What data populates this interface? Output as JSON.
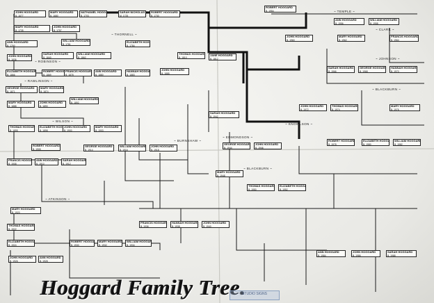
{
  "title": "Hoggard Family Tree.",
  "stamp": "STUDIO SIGNS",
  "surnames": [
    {
      "id": "s1",
      "text": "~ THORNELL ~"
    },
    {
      "id": "s2",
      "text": "~ TEMPLE ~"
    },
    {
      "id": "s3",
      "text": "~ CLARK ~"
    },
    {
      "id": "s4",
      "text": "~ ROBINSON ~"
    },
    {
      "id": "s5",
      "text": "~ JOHNSON ~"
    },
    {
      "id": "s6",
      "text": "~ RAWLINSON ~"
    },
    {
      "id": "s7",
      "text": "~ BLACKBURN ~"
    },
    {
      "id": "s8",
      "text": "~ BURNSHAW ~"
    },
    {
      "id": "s9",
      "text": "~ KNOWLSON ~"
    },
    {
      "id": "s10",
      "text": "~ WILSON ~"
    },
    {
      "id": "s11",
      "text": "~ EDMONDSON ~"
    },
    {
      "id": "s12",
      "text": "~ ATKINSON ~"
    },
    {
      "id": "s13",
      "text": "~ BLACKBURN ~"
    }
  ],
  "people": [
    {
      "id": "p1",
      "name": "JOHN HOGGARD",
      "dates": "B. 1677"
    },
    {
      "id": "p2",
      "name": "MARY HOGGARD",
      "dates": "B. 1680"
    },
    {
      "id": "p3",
      "name": "NATHANIEL HOGGARD",
      "dates": "B. 1703"
    },
    {
      "id": "p4",
      "name": "SARAH NICHOLAS",
      "dates": "M. 1725"
    },
    {
      "id": "p5",
      "name": "ROBERT HOGGARD",
      "dates": "B. 1730"
    },
    {
      "id": "p6",
      "name": "MARY HOGGARD",
      "dates": "B. 1735"
    },
    {
      "id": "p7",
      "name": "JOHN HOGGARD",
      "dates": "B. 1757"
    },
    {
      "id": "p8",
      "name": "ANN HOGGARD",
      "dates": "B. 1760"
    },
    {
      "id": "p9",
      "name": "WILLIAM HOGGARD",
      "dates": "B. 1781"
    },
    {
      "id": "p10",
      "name": "ELIZABETH HOGGARD",
      "dates": "B. 1784"
    },
    {
      "id": "p11",
      "name": "THOMAS HOGGARD",
      "dates": "B. 1810"
    },
    {
      "id": "p12",
      "name": "JANE HOGGARD",
      "dates": "B. 1812"
    },
    {
      "id": "p13",
      "name": "JOHN HOGGARD",
      "dates": "B. 1836"
    },
    {
      "id": "p14",
      "name": "SARAH HOGGARD",
      "dates": "B. 1840"
    },
    {
      "id": "p15",
      "name": "WILLIAM HOGGARD",
      "dates": "B. 1862"
    },
    {
      "id": "p16",
      "name": "ELIZABETH HOGGARD",
      "dates": "B. 1866"
    },
    {
      "id": "p17",
      "name": "ROBERT HOGGARD",
      "dates": "B. 1869"
    },
    {
      "id": "p18",
      "name": "GEORGE HOGGARD",
      "dates": "B. 1871"
    },
    {
      "id": "p19",
      "name": "MARY HOGGARD",
      "dates": "B. 1874"
    },
    {
      "id": "p20",
      "name": "FRANCIS HOGGARD",
      "dates": "B. 1878"
    },
    {
      "id": "p21",
      "name": "ANN HOGGARD",
      "dates": "B. 1880"
    },
    {
      "id": "p22",
      "name": "HANNAH HOGGARD",
      "dates": "B. 1883"
    },
    {
      "id": "p23",
      "name": "JOHN HOGGARD",
      "dates": "B. 1885"
    },
    {
      "id": "p24",
      "name": "MARY HOGGARD",
      "dates": "B. 1888"
    },
    {
      "id": "p25",
      "name": "JOHN HOGGARD",
      "dates": "B. 1890"
    },
    {
      "id": "p26",
      "name": "WILLIAM HOGGARD",
      "dates": "B. 1892"
    },
    {
      "id": "p27",
      "name": "THOMAS HOGGARD",
      "dates": "B. 1895"
    },
    {
      "id": "p28",
      "name": "ELIZABETH HOGGARD",
      "dates": "B. 1898"
    },
    {
      "id": "p29",
      "name": "JOHN HOGGARD",
      "dates": "B. 1900"
    },
    {
      "id": "p30",
      "name": "MARY HOGGARD",
      "dates": "B. 1903"
    },
    {
      "id": "p31",
      "name": "ROBERT HOGGARD",
      "dates": "B. 1905"
    },
    {
      "id": "p32",
      "name": "FRANCIS HOGGARD",
      "dates": "B. 1908"
    },
    {
      "id": "p33",
      "name": "ANN HOGGARD",
      "dates": "B. 1910"
    },
    {
      "id": "p34",
      "name": "SARAH HOGGARD",
      "dates": "B. 1912"
    },
    {
      "id": "p35",
      "name": "GEORGE HOGGARD",
      "dates": "B. 1914"
    },
    {
      "id": "p36",
      "name": "WILLIAM HOGGARD",
      "dates": "B. 1916"
    },
    {
      "id": "p37",
      "name": "JOHN HOGGARD",
      "dates": "B. 1918"
    },
    {
      "id": "p38",
      "name": "MARY HOGGARD",
      "dates": "B. 1920"
    },
    {
      "id": "p39",
      "name": "THOMAS HOGGARD",
      "dates": "B. 1922"
    },
    {
      "id": "p40",
      "name": "ELIZABETH HOGGARD",
      "dates": "B. 1924"
    },
    {
      "id": "p41",
      "name": "JOHN HOGGARD",
      "dates": "B. 1926"
    },
    {
      "id": "p42",
      "name": "ANN HOGGARD",
      "dates": "B. 1928"
    },
    {
      "id": "p43",
      "name": "ROBERT HOGGARD",
      "dates": "B. 1930"
    },
    {
      "id": "p44",
      "name": "MARY HOGGARD",
      "dates": "B. 1932"
    },
    {
      "id": "p45",
      "name": "WILLIAM HOGGARD",
      "dates": "B. 1934"
    },
    {
      "id": "p46",
      "name": "FRANCIS HOGGARD",
      "dates": "B. 1936"
    },
    {
      "id": "p47",
      "name": "HANNAH HOGGARD",
      "dates": "B. 1938"
    },
    {
      "id": "p48",
      "name": "JOHN HOGGARD",
      "dates": "B. 1940"
    },
    {
      "id": "p49",
      "name": "SARAH HOGGARD",
      "dates": "B. 1942"
    },
    {
      "id": "p50",
      "name": "GEORGE HOGGARD",
      "dates": "B. 1944"
    },
    {
      "id": "p51",
      "name": "JOHN HOGGARD",
      "dates": "B. 1946"
    },
    {
      "id": "p52",
      "name": "MARY HOGGARD",
      "dates": "B. 1948"
    },
    {
      "id": "p53",
      "name": "THOMAS HOGGARD",
      "dates": "B. 1950"
    },
    {
      "id": "p54",
      "name": "ELIZABETH HOGGARD",
      "dates": "B. 1952"
    },
    {
      "id": "p55",
      "name": "ROBERT HOGGARD",
      "dates": "B. 1954"
    },
    {
      "id": "p56",
      "name": "ANN HOGGARD",
      "dates": "B. 1956"
    },
    {
      "id": "p57",
      "name": "WILLIAM HOGGARD",
      "dates": "B. 1958"
    },
    {
      "id": "p58",
      "name": "JOHN HOGGARD",
      "dates": "B. 1960"
    },
    {
      "id": "p59",
      "name": "MARY HOGGARD",
      "dates": "B. 1962"
    },
    {
      "id": "p60",
      "name": "FRANCIS HOGGARD",
      "dates": "B. 1964"
    },
    {
      "id": "p61",
      "name": "SARAH HOGGARD",
      "dates": "B. 1966"
    },
    {
      "id": "p62",
      "name": "GEORGE HOGGARD",
      "dates": "B. 1968"
    },
    {
      "id": "p63",
      "name": "HANNAH HOGGARD",
      "dates": "B. 1970"
    },
    {
      "id": "p64",
      "name": "JOHN HOGGARD",
      "dates": "B. 1972"
    },
    {
      "id": "p65",
      "name": "THOMAS HOGGARD",
      "dates": "B. 1974"
    },
    {
      "id": "p66",
      "name": "MARY HOGGARD",
      "dates": "B. 1976"
    },
    {
      "id": "p67",
      "name": "ROBERT HOGGARD",
      "dates": "B. 1978"
    },
    {
      "id": "p68",
      "name": "ELIZABETH HOGGARD",
      "dates": "B. 1980"
    },
    {
      "id": "p69",
      "name": "WILLIAM HOGGARD",
      "dates": "B. 1982"
    },
    {
      "id": "p70",
      "name": "ANN HOGGARD",
      "dates": "B. 1984"
    },
    {
      "id": "p71",
      "name": "JOHN HOGGARD",
      "dates": "B. 1986"
    },
    {
      "id": "p72",
      "name": "SARAH HOGGARD",
      "dates": "B. 1988"
    }
  ]
}
